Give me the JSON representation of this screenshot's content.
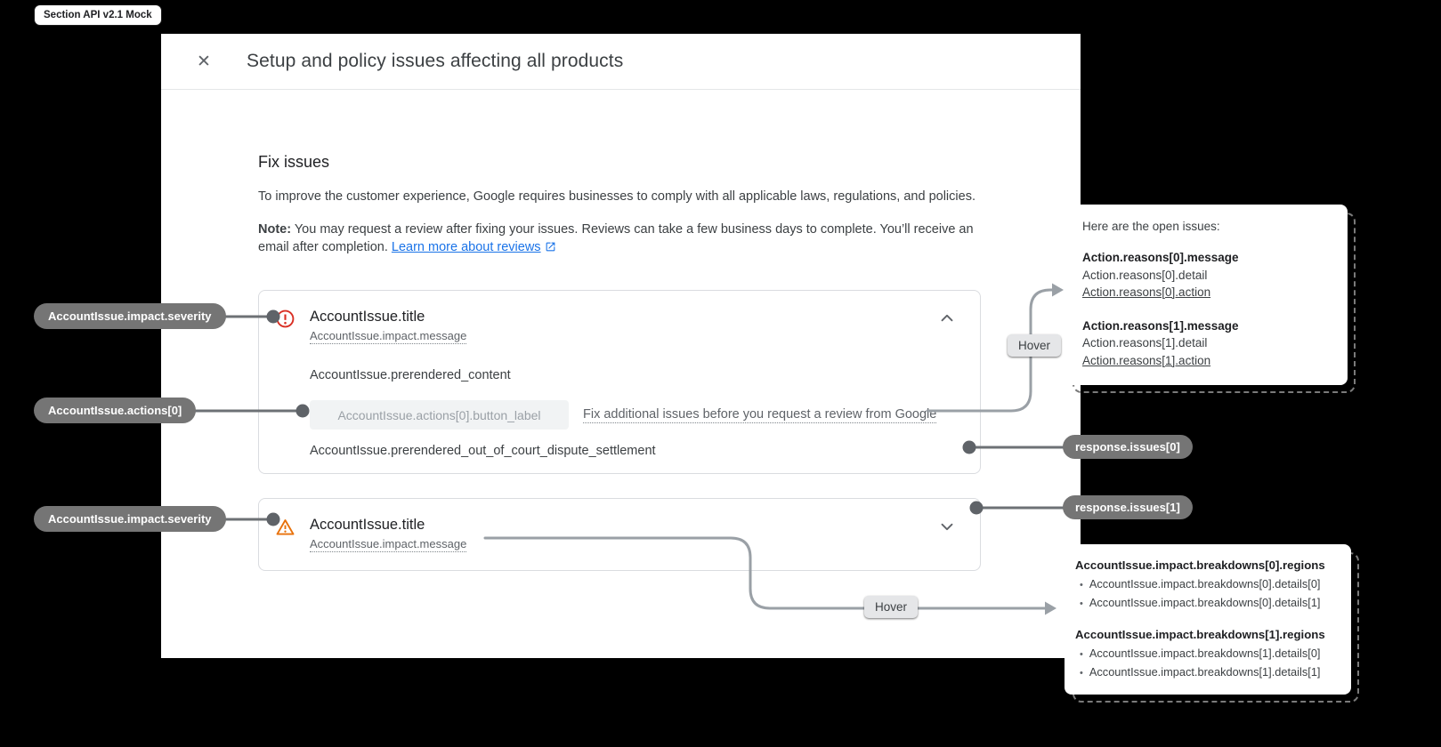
{
  "badge": {
    "label": "Section API v2.1 Mock"
  },
  "colors": {
    "error": "#d93025",
    "warning": "#e8710a",
    "link": "#1a73e8",
    "pill": "#757575",
    "connector": "#9aa0a6"
  },
  "dialog": {
    "title": "Setup and policy issues affecting all products",
    "close_icon": "✕",
    "fix_issues": {
      "heading": "Fix issues",
      "intro": "To improve the customer experience, Google requires businesses to comply with all applicable laws, regulations, and policies.",
      "note_label": "Note:",
      "note_text": " You may request a review after fixing your issues. Reviews can take a few business days to complete. You’ll receive an email after completion. ",
      "learn_more_link": "Learn more about reviews"
    },
    "issues": [
      {
        "severity": "error",
        "title": "AccountIssue.title",
        "impact_message": "AccountIssue.impact.message",
        "prerendered_content": "AccountIssue.prerendered_content",
        "action_button_label": "AccountIssue.actions[0].button_label",
        "fix_additional_link": "Fix additional issues before you request a review from Google",
        "prerendered_settlement": "AccountIssue.prerendered_out_of_court_dispute_settlement",
        "expanded": true
      },
      {
        "severity": "warning",
        "title": "AccountIssue.title",
        "impact_message": "AccountIssue.impact.message",
        "expanded": false
      }
    ]
  },
  "annotations": {
    "severity_pill_1": "AccountIssue.impact.severity",
    "actions_pill": "AccountIssue.actions[0]",
    "severity_pill_2": "AccountIssue.impact.severity",
    "response_pill_0": "response.issues[0]",
    "response_pill_1": "response.issues[1]",
    "hover_label_1": "Hover",
    "hover_label_2": "Hover"
  },
  "tooltips": {
    "open_issues": {
      "heading": "Here are the open issues:",
      "groups": [
        {
          "message": "Action.reasons[0].message",
          "detail": "Action.reasons[0].detail",
          "action": "Action.reasons[0].action"
        },
        {
          "message": "Action.reasons[1].message",
          "detail": "Action.reasons[1].detail",
          "action": "Action.reasons[1].action"
        }
      ]
    },
    "breakdowns": {
      "groups": [
        {
          "regions": "AccountIssue.impact.breakdowns[0].regions",
          "details": [
            "AccountIssue.impact.breakdowns[0].details[0]",
            "AccountIssue.impact.breakdowns[0].details[1]"
          ]
        },
        {
          "regions": "AccountIssue.impact.breakdowns[1].regions",
          "details": [
            "AccountIssue.impact.breakdowns[1].details[0]",
            "AccountIssue.impact.breakdowns[1].details[1]"
          ]
        }
      ]
    }
  }
}
